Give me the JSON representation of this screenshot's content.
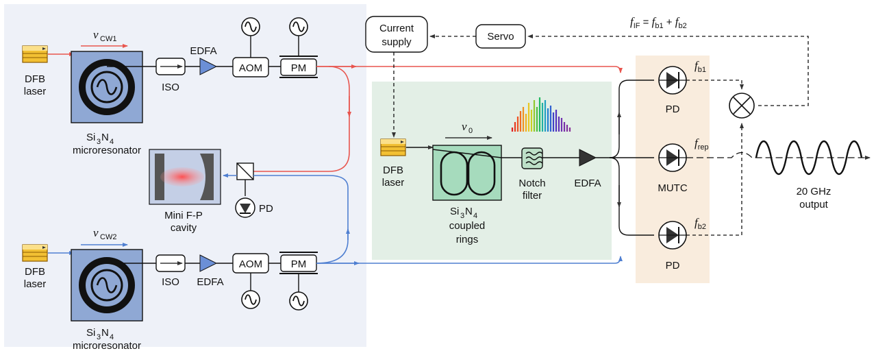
{
  "colors": {
    "left_panel": "#eef1f8",
    "center_panel": "#e3efe6",
    "pd_panel": "#f9ecdd",
    "red_path": "#e8554e",
    "blue_path": "#4f7fd1",
    "resonator": "#8fa8d4",
    "coupled_rings": "#a6dbbd",
    "laser_yellow": "#f2c033"
  },
  "labels": {
    "dfb_top_1": "DFB",
    "dfb_top_2": "laser",
    "dfb_bot_1": "DFB",
    "dfb_bot_2": "laser",
    "dfb_mid_1": "DFB",
    "dfb_mid_2": "laser",
    "nu_cw1_sym": "ν",
    "nu_cw1_sub": "CW1",
    "nu_cw2_sym": "ν",
    "nu_cw2_sub": "CW2",
    "nu0_sym": "ν",
    "nu0_sub": "0",
    "iso_top": "ISO",
    "iso_bot": "ISO",
    "edfa_top": "EDFA",
    "edfa_bot": "EDFA",
    "edfa_mid": "EDFA",
    "aom_top": "AOM",
    "aom_bot": "AOM",
    "pm_top": "PM",
    "pm_bot": "PM",
    "sin_top_si": "Si",
    "sin_top_3": "3",
    "sin_top_n": "N",
    "sin_top_4": "4",
    "microres_top": "microresonator",
    "sin_bot_si": "Si",
    "sin_bot_3": "3",
    "sin_bot_n": "N",
    "sin_bot_4": "4",
    "microres_bot": "microresonator",
    "fp_1": "Mini F-P",
    "fp_2": "cavity",
    "pd_fp": "PD",
    "current_1": "Current",
    "current_2": "supply",
    "servo": "Servo",
    "fif_f": "f",
    "fif_sub": "IF",
    "fif_eq": " = ",
    "fb1_f": "f",
    "fb1_sub": "b1",
    "plus": " + ",
    "fb2_f": "f",
    "fb2_sub": "b2",
    "rings_si": "Si",
    "rings_3": "3",
    "rings_n": "N",
    "rings_4": "4",
    "rings_2": "coupled",
    "rings_3l": "rings",
    "notch_1": "Notch",
    "notch_2": "filter",
    "pd_top": "PD",
    "pd_bot": "PD",
    "mutc": "MUTC",
    "f_b1_f": "f",
    "f_b1_sub": "b1",
    "f_rep_f": "f",
    "f_rep_sub": "rep",
    "f_b2_f": "f",
    "f_b2_sub": "b2",
    "out_1": "20 GHz",
    "out_2": "output"
  }
}
